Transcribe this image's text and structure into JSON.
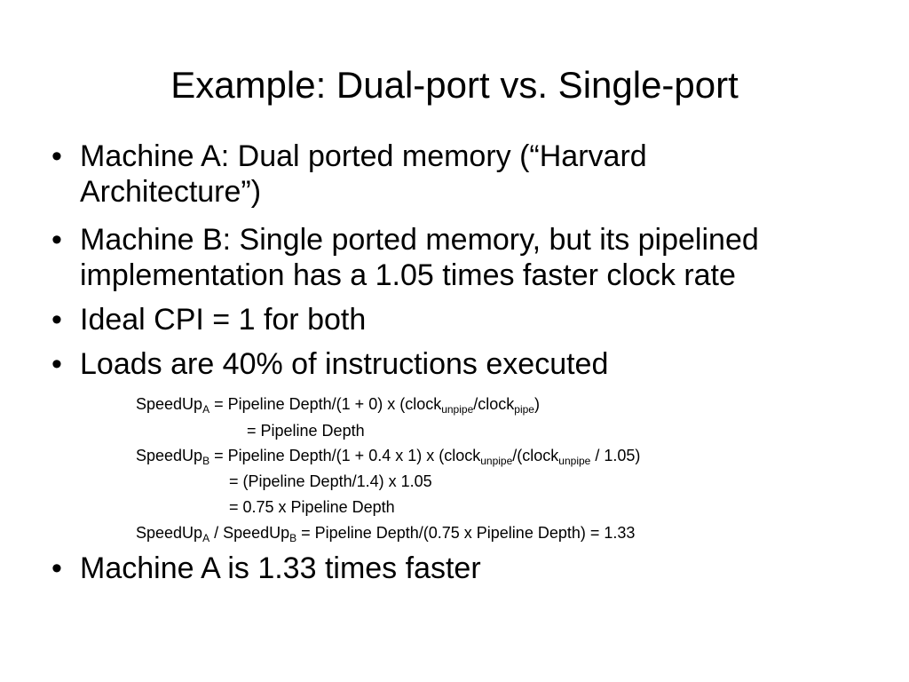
{
  "slide": {
    "title": "Example: Dual-port vs. Single-port",
    "bullet_marker": "•",
    "bullets": [
      {
        "line1": "Machine A: Dual ported memory (“Harvard",
        "line2": "Architecture”)"
      },
      {
        "line1": "Machine B: Single ported memory, but its pipelined",
        "line2": "implementation has a 1.05 times faster clock rate"
      },
      {
        "line1": "Ideal CPI = 1 for both"
      },
      {
        "line1": "Loads are 40% of instructions executed"
      },
      {
        "line1": "Machine A is 1.33 times faster"
      }
    ],
    "equations": {
      "e1": {
        "a": "SpeedUp",
        "a_sub": "A",
        "b": " = Pipeline Depth/(1 + 0) x (clock",
        "b_sub": "unpipe",
        "c": "/clock",
        "c_sub": "pipe",
        "d": ")"
      },
      "e2": {
        "text": "= Pipeline Depth"
      },
      "e3": {
        "a": "SpeedUp",
        "a_sub": "B",
        "b": " = Pipeline Depth/(1 + 0.4 x 1) x (clock",
        "b_sub": "unpipe",
        "c": "/(clock",
        "c_sub": "unpipe",
        "d": " / 1.05)"
      },
      "e4": {
        "text": "= (Pipeline Depth/1.4) x  1.05"
      },
      "e5": {
        "text": "= 0.75 x Pipeline Depth"
      },
      "e6": {
        "a": "SpeedUp",
        "a_sub": "A",
        "b": " / SpeedUp",
        "b_sub": "B",
        "c": " = Pipeline Depth/(0.75 x Pipeline Depth) = 1.33"
      }
    }
  }
}
